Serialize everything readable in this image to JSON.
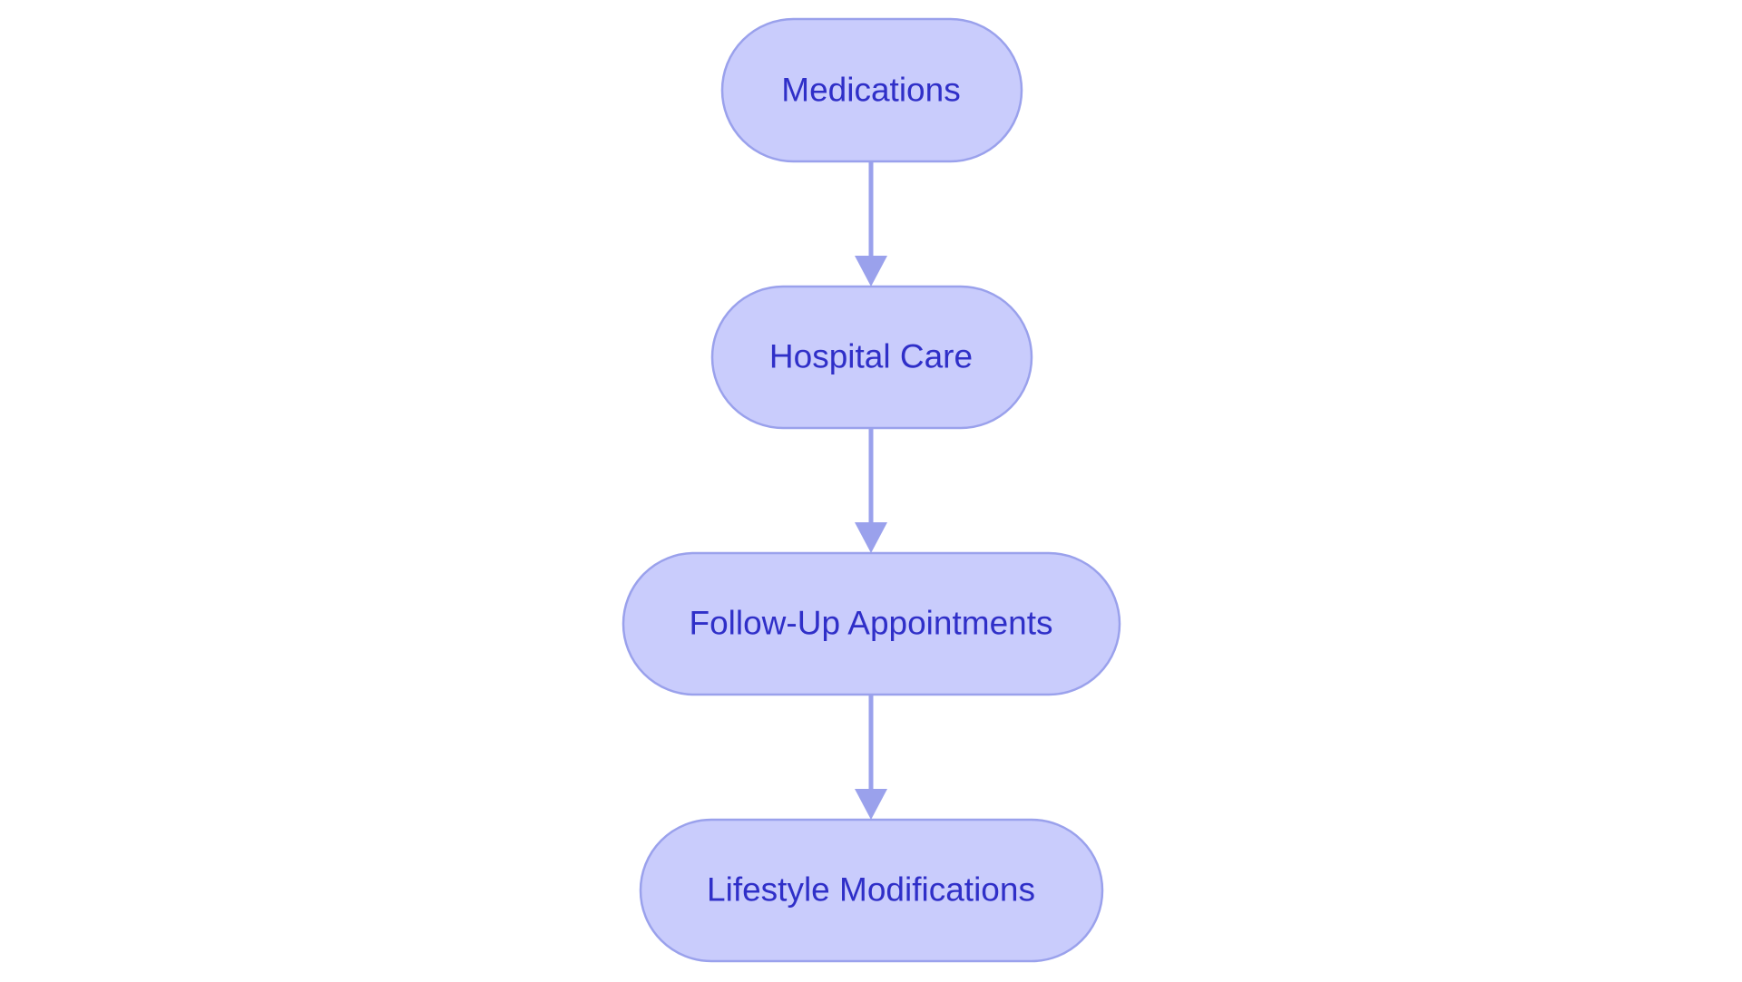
{
  "flowchart": {
    "nodes": [
      {
        "id": "medications",
        "label": "Medications"
      },
      {
        "id": "hospital-care",
        "label": "Hospital Care"
      },
      {
        "id": "follow-up-appointments",
        "label": "Follow-Up Appointments"
      },
      {
        "id": "lifestyle-modifications",
        "label": "Lifestyle Modifications"
      }
    ],
    "edges": [
      {
        "from": "medications",
        "to": "hospital-care"
      },
      {
        "from": "hospital-care",
        "to": "follow-up-appointments"
      },
      {
        "from": "follow-up-appointments",
        "to": "lifestyle-modifications"
      }
    ]
  },
  "colors": {
    "node_fill": "#c9ccfc",
    "node_stroke": "#9aa1ec",
    "label_text": "#2f2fc8",
    "edge": "#9aa1ec",
    "background": "#ffffff"
  }
}
